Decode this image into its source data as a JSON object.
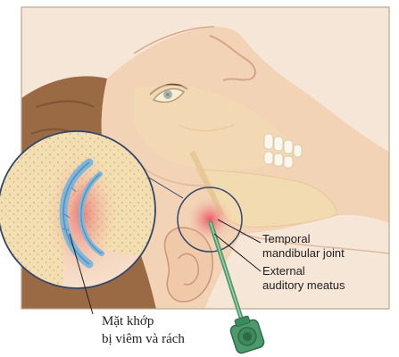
{
  "labels": {
    "tmj_line1": "Temporal",
    "tmj_line2": "mandibular joint",
    "meatus_line1": "External",
    "meatus_line2": "auditory meatus",
    "inset_line1": "Mặt khớp",
    "inset_line2": "bị viêm và rách"
  },
  "colors": {
    "skin": "#f2d3b5",
    "hair": "#9a6a45",
    "bone": "#f2deb0",
    "inflammation": "#e8545a",
    "cartilage": "#7fb6d9",
    "circle_outline": "#31476b",
    "probe": "#4c9a6c",
    "frame": "#bfa58e"
  }
}
